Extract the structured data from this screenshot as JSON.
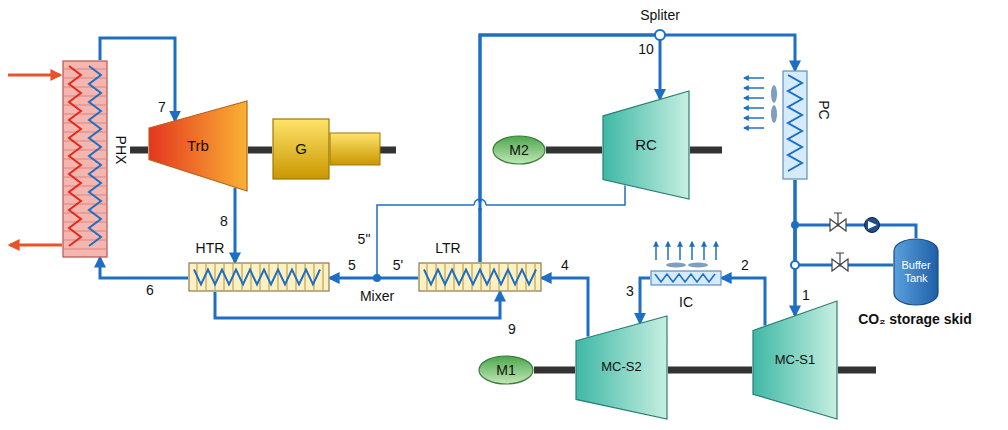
{
  "diagram": {
    "nodes": [
      {
        "text": [
          "PHX"
        ]
      },
      {
        "text": [
          "Trb"
        ]
      },
      {
        "text": [
          "G"
        ]
      },
      {
        "text": [
          "HTR"
        ]
      },
      {
        "text": [
          "LTR"
        ]
      },
      {
        "text": [
          "M2"
        ]
      },
      {
        "text": [
          "RC"
        ]
      },
      {
        "text": [
          "PC"
        ]
      },
      {
        "text": [
          "IC"
        ]
      },
      {
        "text": [
          "M1"
        ]
      },
      {
        "text": [
          "MC-S2"
        ]
      },
      {
        "text": [
          "MC-S1"
        ]
      },
      {
        "text": [
          "Buffer Tank"
        ]
      }
    ],
    "edges": [
      {
        "from": 0,
        "to": 1,
        "arrow": "to"
      },
      {
        "from": 1,
        "to": 3,
        "arrow": "to"
      },
      {
        "from": 3,
        "to": 4,
        "arrow": "to"
      },
      {
        "from": 4,
        "to": 7,
        "arrow": "to"
      },
      {
        "from": 4,
        "to": 6,
        "arrow": "to"
      },
      {
        "from": 7,
        "to": 11,
        "arrow": "to"
      },
      {
        "from": 11,
        "to": 8,
        "arrow": "to"
      },
      {
        "from": 8,
        "to": 10,
        "arrow": "to"
      },
      {
        "from": 10,
        "to": 4,
        "arrow": "to"
      },
      {
        "from": 4,
        "to": 3,
        "arrow": "to"
      },
      {
        "from": 6,
        "to": 3,
        "arrow": "to"
      },
      {
        "from": 3,
        "to": 0,
        "arrow": "to"
      },
      {
        "from": 1,
        "to": 2,
        "arrow": "none"
      },
      {
        "from": 5,
        "to": 6,
        "arrow": "none"
      },
      {
        "from": 9,
        "to": 10,
        "arrow": "none"
      },
      {
        "from": 10,
        "to": 11,
        "arrow": "none"
      },
      {
        "from": 12,
        "to": 11,
        "arrow": "none"
      },
      {
        "from": 7,
        "to": 12,
        "arrow": "none"
      }
    ],
    "labels": [
      "7",
      "8",
      "Spliter",
      "10",
      "5\"",
      "5",
      "Mixer",
      "5'",
      "4",
      "3",
      "2",
      "1",
      "9",
      "6",
      "CO₂ storage skid"
    ]
  }
}
